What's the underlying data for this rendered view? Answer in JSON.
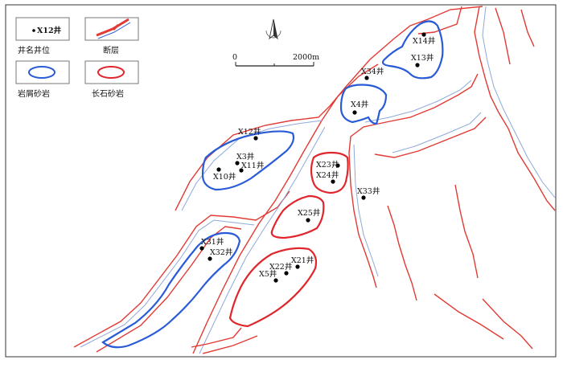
{
  "legend": {
    "well_sample_label": "X12井",
    "items": [
      {
        "key": "well",
        "label": "井名井位"
      },
      {
        "key": "fault",
        "label": "断层"
      },
      {
        "key": "lithic",
        "label": "岩屑砂岩"
      },
      {
        "key": "feldspar",
        "label": "长石砂岩"
      }
    ]
  },
  "scale": {
    "start": "0",
    "end": "2000m"
  },
  "colors": {
    "lithic": "#2a5bd7",
    "feldspar": "#e0262c",
    "fault": "#e23a34",
    "fault_edge": "#8ea9d8"
  },
  "wells": [
    {
      "id": "X14",
      "label": "X14井"
    },
    {
      "id": "X13",
      "label": "X13井"
    },
    {
      "id": "X34",
      "label": "X34井"
    },
    {
      "id": "X4",
      "label": "X4井"
    },
    {
      "id": "X12",
      "label": "X12井"
    },
    {
      "id": "X3",
      "label": "X3井"
    },
    {
      "id": "X11",
      "label": "X11井"
    },
    {
      "id": "X10",
      "label": "X10井"
    },
    {
      "id": "X23",
      "label": "X23井"
    },
    {
      "id": "X24",
      "label": "X24井"
    },
    {
      "id": "X33",
      "label": "X33井"
    },
    {
      "id": "X25",
      "label": "X25井"
    },
    {
      "id": "X31",
      "label": "X31井"
    },
    {
      "id": "X32",
      "label": "X32井"
    },
    {
      "id": "X22",
      "label": "X22井"
    },
    {
      "id": "X21",
      "label": "X21井"
    },
    {
      "id": "X5",
      "label": "X5井"
    }
  ]
}
